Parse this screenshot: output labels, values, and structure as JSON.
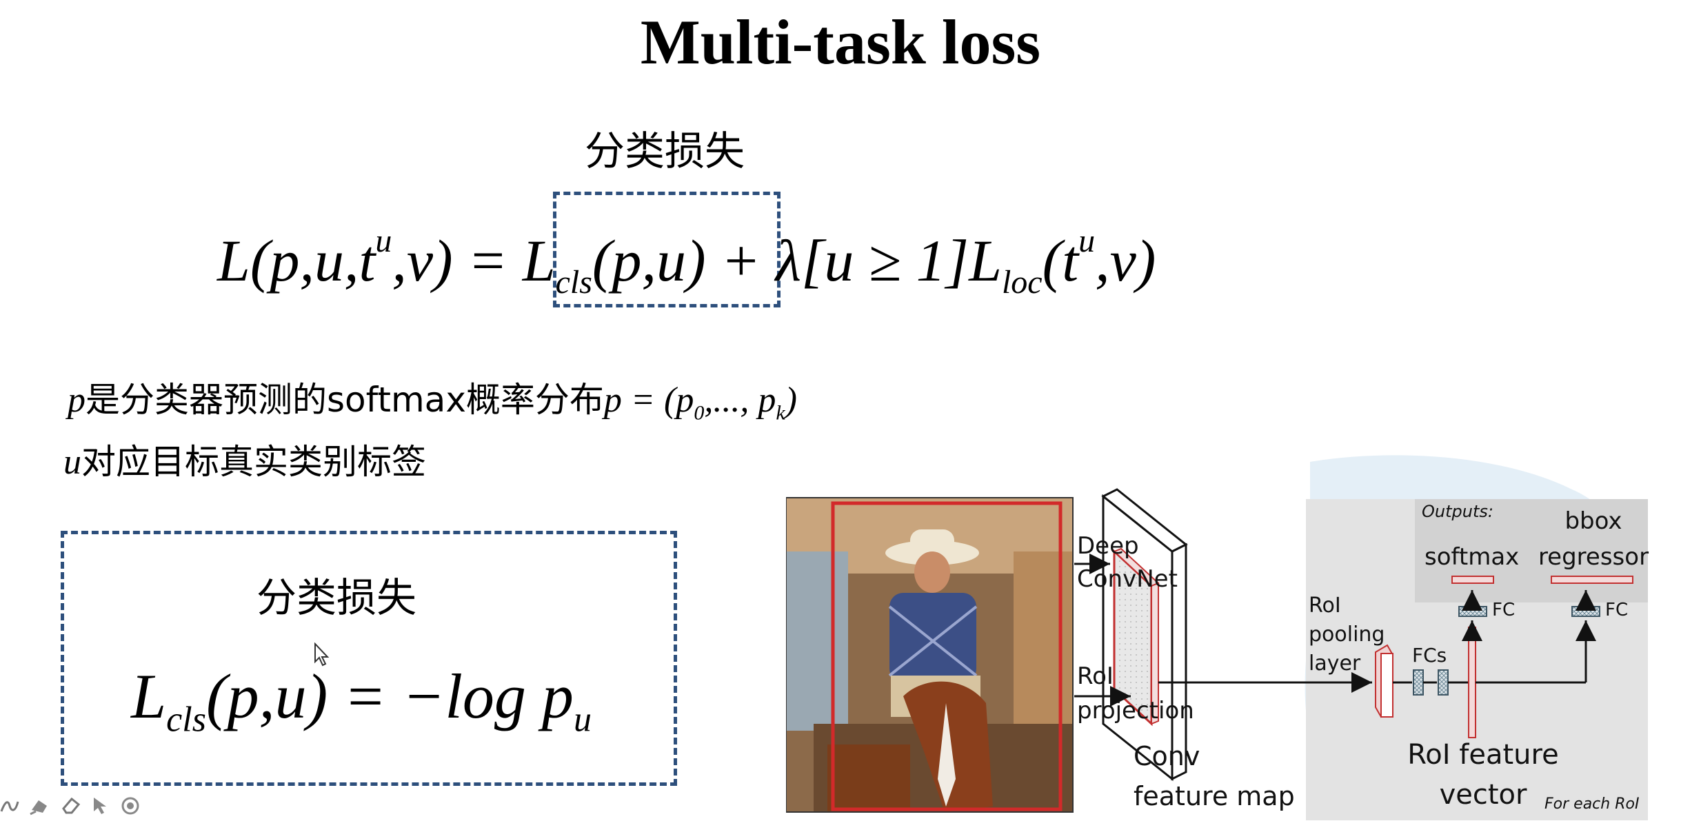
{
  "title": "Multi-task loss",
  "main_formula": {
    "label": "分类损失",
    "lhs": "L(p,u,t",
    "lhs_sup": "u",
    "lhs_tail": ",v) =",
    "cls_L": "L",
    "cls_sub": "cls",
    "cls_args": "(p,u)",
    "plus": "+ λ[u ≥ 1]",
    "loc_L": "L",
    "loc_sub": "loc",
    "loc_args": "(t",
    "loc_sup": "u",
    "loc_tail": ",v)"
  },
  "desc": {
    "line1_var": "p",
    "line1_text": "是分类器预测的softmax概率分布",
    "line1_eq": "p = (p",
    "line1_sub0": "0",
    "line1_mid": ",..., p",
    "line1_subk": "k",
    "line1_end": ")",
    "line2_var": "u",
    "line2_text": "对应目标真实类别标签"
  },
  "loss_box": {
    "label": "分类损失",
    "L": "L",
    "sub": "cls",
    "args": "(p,u) = −log p",
    "p_sub": "u"
  },
  "diagram": {
    "deep_convnet": [
      "Deep",
      "ConvNet"
    ],
    "roi_projection": [
      "RoI",
      "projection"
    ],
    "conv_feature_map": [
      "Conv",
      "feature map"
    ],
    "roi_pooling_layer": [
      "RoI",
      "pooling",
      "layer"
    ],
    "fcs": "FCs",
    "roi_feature_vector": [
      "RoI feature",
      "vector"
    ],
    "outputs": "Outputs:",
    "softmax": "softmax",
    "bbox_regressor": [
      "bbox",
      "regressor"
    ],
    "fc_left": "FC",
    "fc_right": "FC",
    "for_each_roi": "For each RoI"
  },
  "toolbar_icons": [
    "pen-icon",
    "highlighter-icon",
    "eraser-icon",
    "pointer-icon",
    "record-icon"
  ]
}
